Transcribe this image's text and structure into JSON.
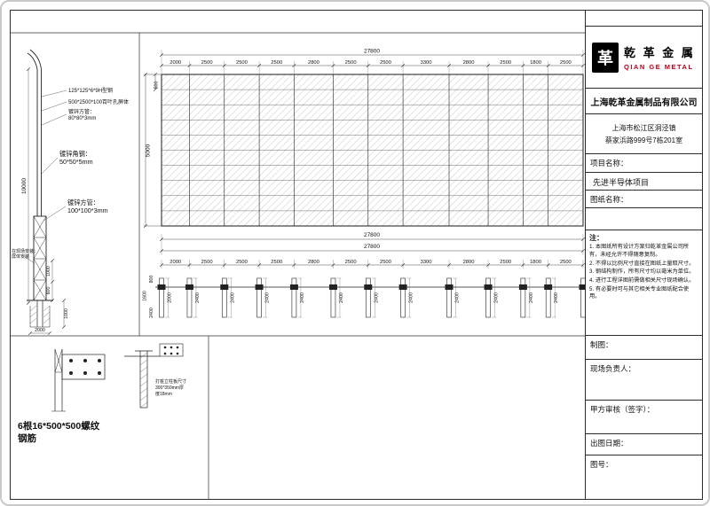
{
  "logo": {
    "glyph": "革",
    "brand_cn": "乾 革 金 属",
    "brand_en": "QIAN GE METAL"
  },
  "title_block": {
    "company": "上海乾革金属制品有限公司",
    "address_line1": "上海市松江区洞泾镇",
    "address_line2": "蔡家浜路999号7栋201室",
    "project_label": "项目名称：",
    "project_value": "先进半导体项目",
    "drawing_label": "图纸名称：",
    "notes_label": "注：",
    "notes": [
      "1. 本图纸所有设计方案归乾革金属公司所有，未经允许不得随意复制。",
      "2. 不得以比例尺寸直接在图纸上量取尺寸。",
      "3. 钢结构制作，所有尺寸均以毫米为单位。",
      "4. 进行工程详图前需做相关尺寸现场确认。",
      "5. 有必要时可与其它相关专业图纸配合使用。"
    ],
    "draft_label": "制图：",
    "site_manager_label": "现场负责人：",
    "review_label": "甲方审核（签字）：",
    "date_label": "出图日期：",
    "number_label": "图号："
  },
  "elevation": {
    "overall_dim": "27800",
    "segments": [
      "2000",
      "2500",
      "2500",
      "2500",
      "2800",
      "2500",
      "2500",
      "3300",
      "2800",
      "2500",
      "1800",
      "2500"
    ],
    "height_dim": "5000",
    "top_row_dim": "500"
  },
  "plan": {
    "overall_dim_top": "27800",
    "overall_dim_bottom": "27800",
    "segments": [
      "2000",
      "2500",
      "2500",
      "2500",
      "2800",
      "2500",
      "2500",
      "3300",
      "2800",
      "2500",
      "1800",
      "2500"
    ],
    "left_dims": [
      "800",
      "1600",
      "2400"
    ],
    "post_dims": [
      "2000",
      "2400",
      "2400",
      "2400",
      "2400",
      "2400",
      "2400",
      "2400",
      "2400",
      "2400",
      "2400",
      "2400"
    ]
  },
  "post_detail": {
    "height_dim": "10000",
    "callout_hbeam": "125*125*6*9H型钢",
    "callout_panel": "500*2500*100百叶孔屏体",
    "callout_tube80_1": "镀锌方管：",
    "callout_tube80_2": "80*80*3mm",
    "callout_angle_1": "镀锌角钢：",
    "callout_angle_2": "50*50*5mm",
    "callout_tube100_1": "镀锌方管：",
    "callout_tube100_2": "100*100*3mm",
    "site_note_1": "在现场安装：",
    "site_note_2": "屏体安装",
    "dim_upper": "1000",
    "dim_mid": "600",
    "dim_lower": "1000",
    "dim_base": "2000"
  },
  "foundation": {
    "plate_note_1": "打桩立柱板尺寸",
    "plate_note_2": "300*350mm厚",
    "plate_note_3": "度18mm",
    "rebar_note_1": "6根16*500*500螺纹",
    "rebar_note_2": "钢筋"
  }
}
